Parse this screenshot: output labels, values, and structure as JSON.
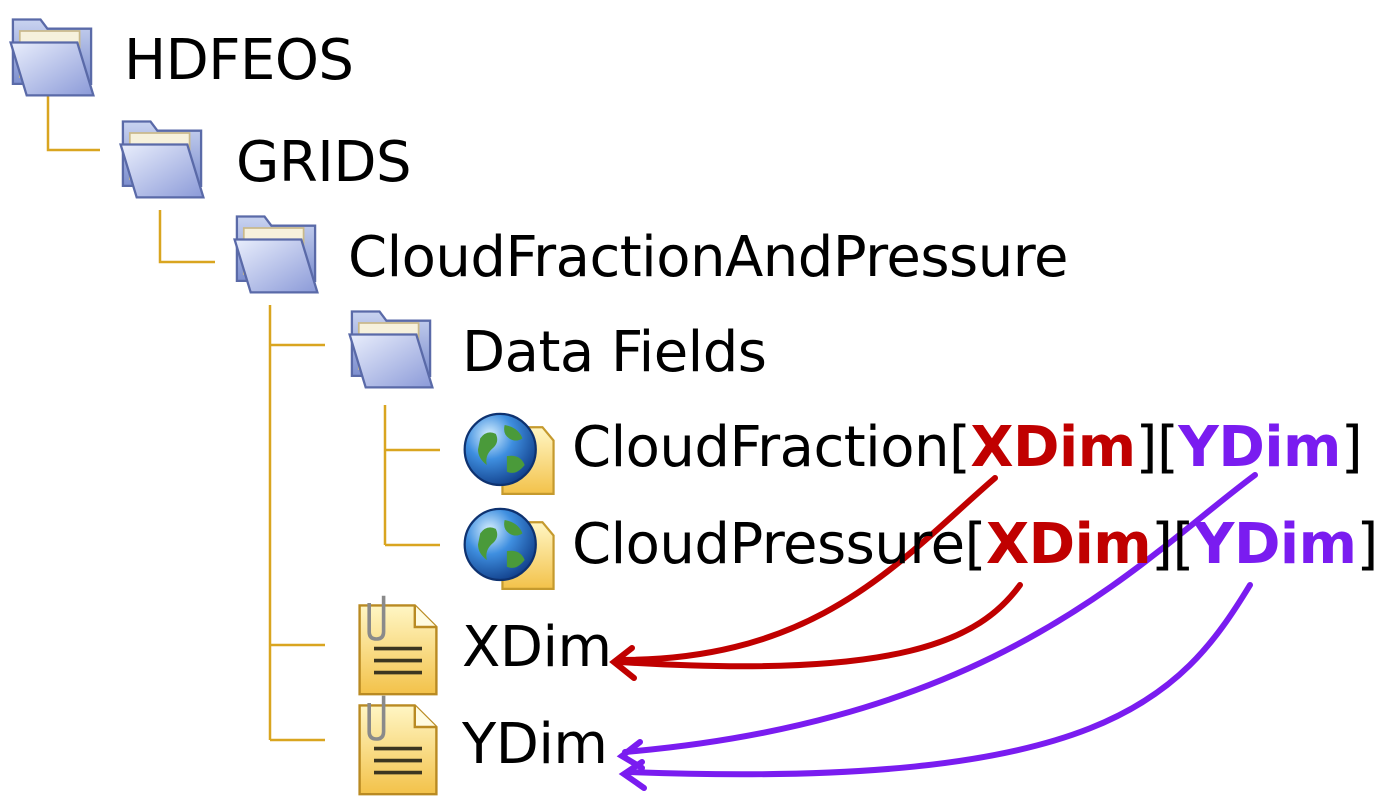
{
  "tree": {
    "root": {
      "label": "HDFEOS",
      "icon": "folder-icon"
    },
    "grids": {
      "label": "GRIDS",
      "icon": "folder-icon"
    },
    "grid": {
      "label": "CloudFractionAndPressure",
      "icon": "folder-icon"
    },
    "data_fields": {
      "label": "Data Fields",
      "icon": "folder-icon"
    },
    "field1": {
      "name": "CloudFraction",
      "dim1": "XDim",
      "dim2": "YDim",
      "icon": "globe-data-icon"
    },
    "field2": {
      "name": "CloudPressure",
      "dim1": "XDim",
      "dim2": "YDim",
      "icon": "globe-data-icon"
    },
    "xdim": {
      "label": "XDim",
      "icon": "document-icon"
    },
    "ydim": {
      "label": "YDim",
      "icon": "document-icon"
    }
  },
  "brackets": {
    "open": "[",
    "close": "]"
  },
  "colors": {
    "xdim": "#c00000",
    "ydim": "#7a1cf0",
    "connector": "#d9a520"
  }
}
